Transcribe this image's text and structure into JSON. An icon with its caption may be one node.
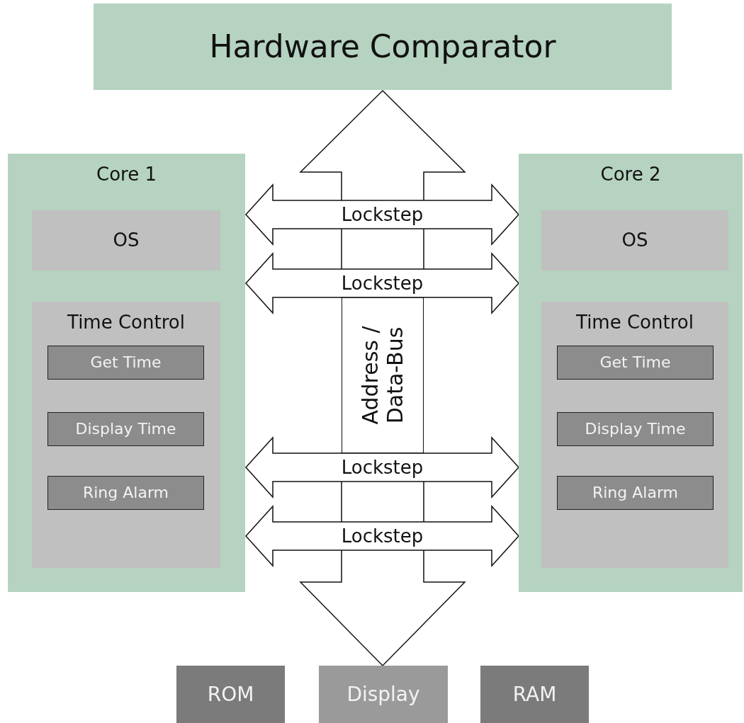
{
  "diagram": {
    "nodes": [
      {
        "text": [
          "Hardware Comparator"
        ]
      },
      {
        "text": [
          "Core 1"
        ]
      },
      {
        "text": [
          "OS"
        ],
        "in": 1
      },
      {
        "text": [
          "Time Control"
        ],
        "in": 1
      },
      {
        "text": [
          "Get Time"
        ],
        "in": 3
      },
      {
        "text": [
          "Display Time"
        ],
        "in": 3
      },
      {
        "text": [
          "Ring Alarm"
        ],
        "in": 3
      },
      {
        "text": [
          "Core 2"
        ]
      },
      {
        "text": [
          "OS"
        ],
        "in": 7
      },
      {
        "text": [
          "Time Control"
        ],
        "in": 7
      },
      {
        "text": [
          "Get Time"
        ],
        "in": 9
      },
      {
        "text": [
          "Display Time"
        ],
        "in": 9
      },
      {
        "text": [
          "Ring Alarm"
        ],
        "in": 9
      },
      {
        "text": [
          "Address / Data-Bus"
        ]
      },
      {
        "text": [
          "ROM"
        ]
      },
      {
        "text": [
          "Display"
        ]
      },
      {
        "text": [
          "RAM"
        ]
      }
    ],
    "edges": [
      {
        "from": 13,
        "to": 0,
        "arrow": "to"
      },
      {
        "from": 13,
        "to": 15,
        "arrow": "to"
      },
      {
        "from": 1,
        "to": 7,
        "arrow": "both",
        "label": "Lockstep"
      },
      {
        "from": 1,
        "to": 7,
        "arrow": "both",
        "label": "Lockstep"
      },
      {
        "from": 1,
        "to": 7,
        "arrow": "both",
        "label": "Lockstep"
      },
      {
        "from": 1,
        "to": 7,
        "arrow": "both",
        "label": "Lockstep"
      }
    ]
  }
}
